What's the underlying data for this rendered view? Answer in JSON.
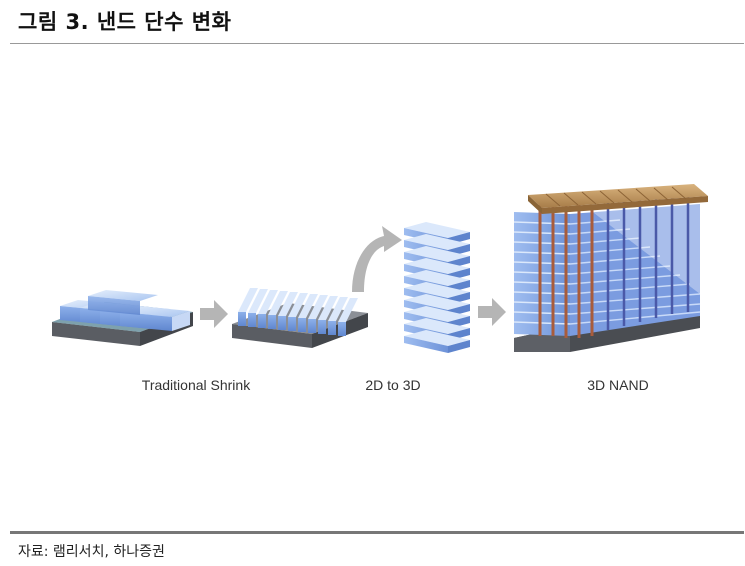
{
  "header": {
    "title": "그림 3. 낸드 단수 변화"
  },
  "diagram": {
    "stages": [
      {
        "label": "Traditional Shrink"
      },
      {
        "label": "2D to 3D"
      },
      {
        "label": "3D NAND"
      }
    ]
  },
  "footer": {
    "source": "자료: 램리서치, 하나증권"
  }
}
